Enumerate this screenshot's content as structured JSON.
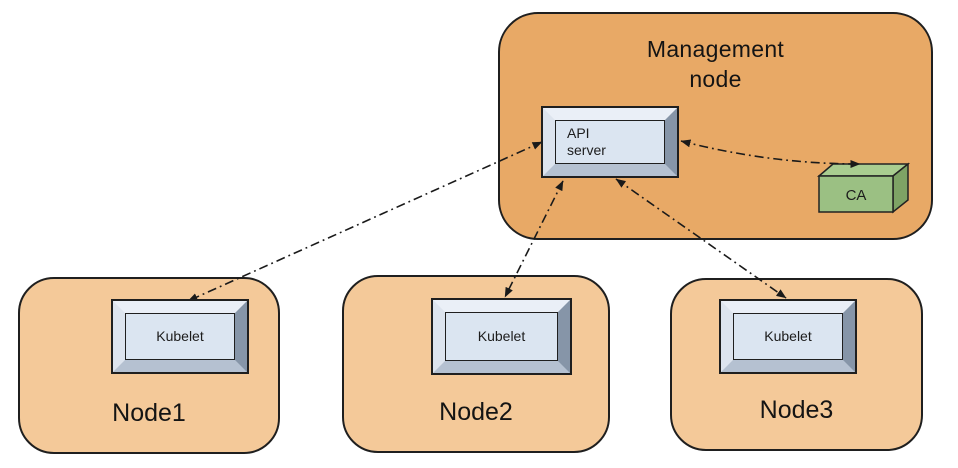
{
  "management": {
    "label_line1": "Management",
    "label_line2": "node"
  },
  "api_server": {
    "label_line1": "API",
    "label_line2": "server"
  },
  "ca": {
    "label": "CA"
  },
  "nodes": [
    {
      "label": "Node1",
      "component_label": "Kubelet"
    },
    {
      "label": "Node2",
      "component_label": "Kubelet"
    },
    {
      "label": "Node3",
      "component_label": "Kubelet"
    }
  ],
  "connections": [
    {
      "from": "API server",
      "to": "Kubelet (Node1)",
      "line_style": "dash-dot",
      "bidirectional": true
    },
    {
      "from": "API server",
      "to": "Kubelet (Node2)",
      "line_style": "dash-dot",
      "bidirectional": true
    },
    {
      "from": "API server",
      "to": "Kubelet (Node3)",
      "line_style": "dash-dot",
      "bidirectional": true
    },
    {
      "from": "API server",
      "to": "CA",
      "line_style": "dash-dot",
      "bidirectional": true
    }
  ],
  "colors": {
    "management_fill": "#e8a966",
    "node_fill": "#f4c999",
    "outline": "#1f1f1f",
    "component_face": "#dbe5f1",
    "bevel_highlight": "#eaeff7",
    "bevel_shadow": "#8695a8",
    "ca_top": "#a9cd90",
    "ca_front": "#9bc083",
    "ca_side": "#7ea365",
    "connector_line": "#1a1a1a",
    "background": "#ffffff"
  }
}
